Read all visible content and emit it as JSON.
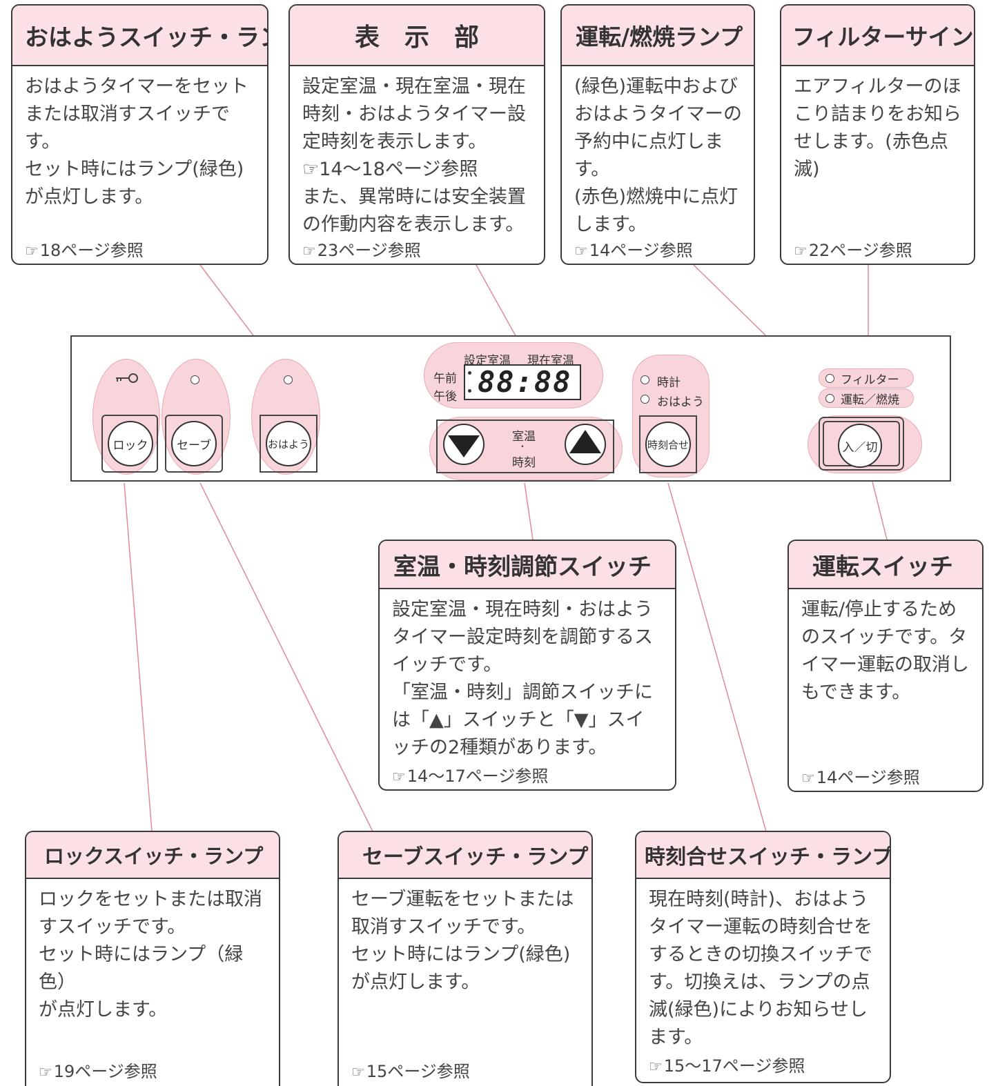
{
  "callouts": {
    "ohayo": {
      "title": "おはようスイッチ・ランプ",
      "body": "おはようタイマーをセット\nまたは取消すスイッチです。\nセット時にはランプ(緑色)\nが点灯します。",
      "ref": "18ページ参照"
    },
    "display": {
      "title": "表　示　部",
      "body": "設定室温・現在室温・現在\n時刻・おはようタイマー設\n定時刻を表示します。\n☞14～18ページ参照\nまた、異常時には安全装置\nの作動内容を表示します。",
      "ref": "23ページ参照"
    },
    "running_lamp": {
      "title": "運転/燃焼ランプ",
      "body": "(緑色)運転中および\nおはようタイマーの\n予約中に点灯します。\n(赤色)燃焼中に点灯\nします。",
      "ref": "14ページ参照"
    },
    "filter_sign": {
      "title": "フィルターサイン",
      "body": "エアフィルターのほ\nこり詰まりをお知ら\nせします。(赤色点滅)",
      "ref": "22ページ参照"
    },
    "temp_time": {
      "title": "室温・時刻調節スイッチ",
      "body": "設定室温・現在時刻・おはよう\nタイマー設定時刻を調節するス\nイッチです。\n「室温・時刻」調節スイッチに\nは「▲」スイッチと「▼」スイ\nッチの2種類があります。",
      "ref": "14～17ページ参照"
    },
    "run_switch": {
      "title": "運転スイッチ",
      "body": "運転/停止するため\nのスイッチです。タ\nイマー運転の取消し\nもできます。",
      "ref": "14ページ参照"
    },
    "lock": {
      "title": "ロックスイッチ・ランプ",
      "body": "ロックをセットまたは取消\nすスイッチです。\nセット時にはランプ（緑色）\nが点灯します。",
      "ref": "19ページ参照"
    },
    "save": {
      "title": "セーブスイッチ・ランプ",
      "body": "セーブ運転をセットまたは\n取消すスイッチです。\nセット時にはランプ(緑色)\nが点灯します。",
      "ref": "15ページ参照"
    },
    "clock_set": {
      "title": "時刻合せスイッチ・ランプ",
      "body": "現在時刻(時計)、おはよう\nタイマー運転の時刻合せを\nするときの切換スイッチで\nす。切換えは、ランプの点\n滅(緑色)によりお知らせし\nます。",
      "ref": "15～17ページ参照"
    }
  },
  "ref_icon": "☞",
  "panel": {
    "lock_button": "ロック",
    "save_button": "セーブ",
    "ohayo_button": "おはよう",
    "display_label_set": "設定室温",
    "display_label_current": "現在室温",
    "am": "午前",
    "pm": "午後",
    "digits": "88:88",
    "adjust_label_top": "室温",
    "adjust_label_dot": "・",
    "adjust_label_bottom": "時刻",
    "clock_lamp": "時計",
    "ohayo_lamp": "おはよう",
    "clock_set_button": "時刻合せ",
    "filter_lamp": "フィルター",
    "running_lamp": "運転／燃焼",
    "power_button": "入／切"
  },
  "colors": {
    "highlight": "#f7cdd5",
    "header": "#fbe1e5",
    "leader": "#e08a98"
  }
}
